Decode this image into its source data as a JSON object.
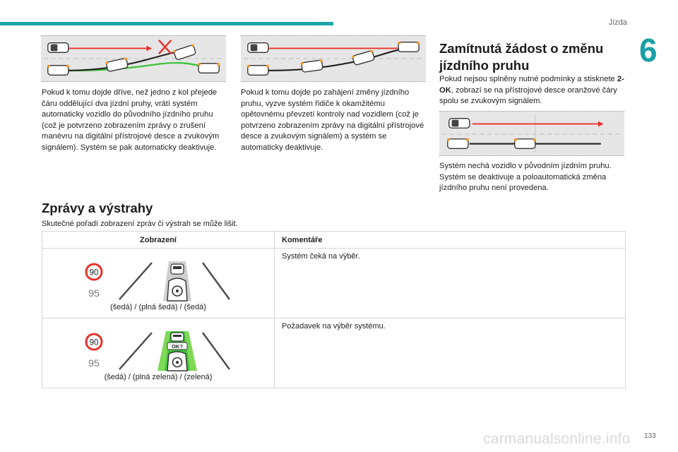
{
  "header": {
    "running_head": "Jízda",
    "chapter_number": "6",
    "page_number": "133"
  },
  "columns": {
    "left_text": "Pokud k tomu dojde dříve, než jedno z kol přejede čáru oddělující dva jízdní pruhy, vrátí systém automaticky vozidlo do původního jízdního pruhu (což je potvrzeno zobrazením zprávy o zrušení manévru na digitální přístrojové desce a zvukovým signálem). Systém se pak automaticky deaktivuje.",
    "middle_text": "Pokud k tomu dojde po zahájení změny jízdního pruhu, vyzve systém řidiče k okamžitému opětovnému převzetí kontroly nad vozidlem (což je potvrzeno zobrazením zprávy na digitální přístrojové desce a zvukovým signálem) a systém se automaticky deaktivuje.",
    "right_heading": "Zamítnutá žádost o změnu jízdního pruhu",
    "right_text_1_pre": "Pokud nejsou splněny nutné podmínky a stisknete ",
    "right_text_1_bold": "2-OK",
    "right_text_1_post": ", zobrazí se na přístrojové desce oranžové čáry spolu se zvukovým signálem.",
    "right_text_2": "Systém nechá vozidlo v původním jízdním pruhu. Systém se deaktivuje a poloautomatická změna jízdního pruhu není provedena."
  },
  "messages": {
    "heading": "Zprávy a výstrahy",
    "subtitle": "Skutečné pořadí zobrazení zpráv či výstrah se může lišit.",
    "col_display": "Zobrazení",
    "col_comment": "Komentáře",
    "rows": [
      {
        "speed_limit": "90",
        "speed_set": "95",
        "caption": "(šedá) / (plná šedá) / (šedá)",
        "comment": "Systém čeká na výběr.",
        "accent": "#c8c8c8"
      },
      {
        "speed_limit": "90",
        "speed_set": "95",
        "badge": "OK?",
        "caption": "(šedá) / (plná zelená) / (zelená)",
        "comment": "Požadavek na výběr systému.",
        "accent": "#6bd13a"
      }
    ]
  },
  "colors": {
    "teal": "#1aa3a8",
    "red_line": "#e8332c",
    "green_line": "#3ec23a",
    "orange_marker": "#f29a24"
  },
  "watermark": "carmanualsonline.info"
}
